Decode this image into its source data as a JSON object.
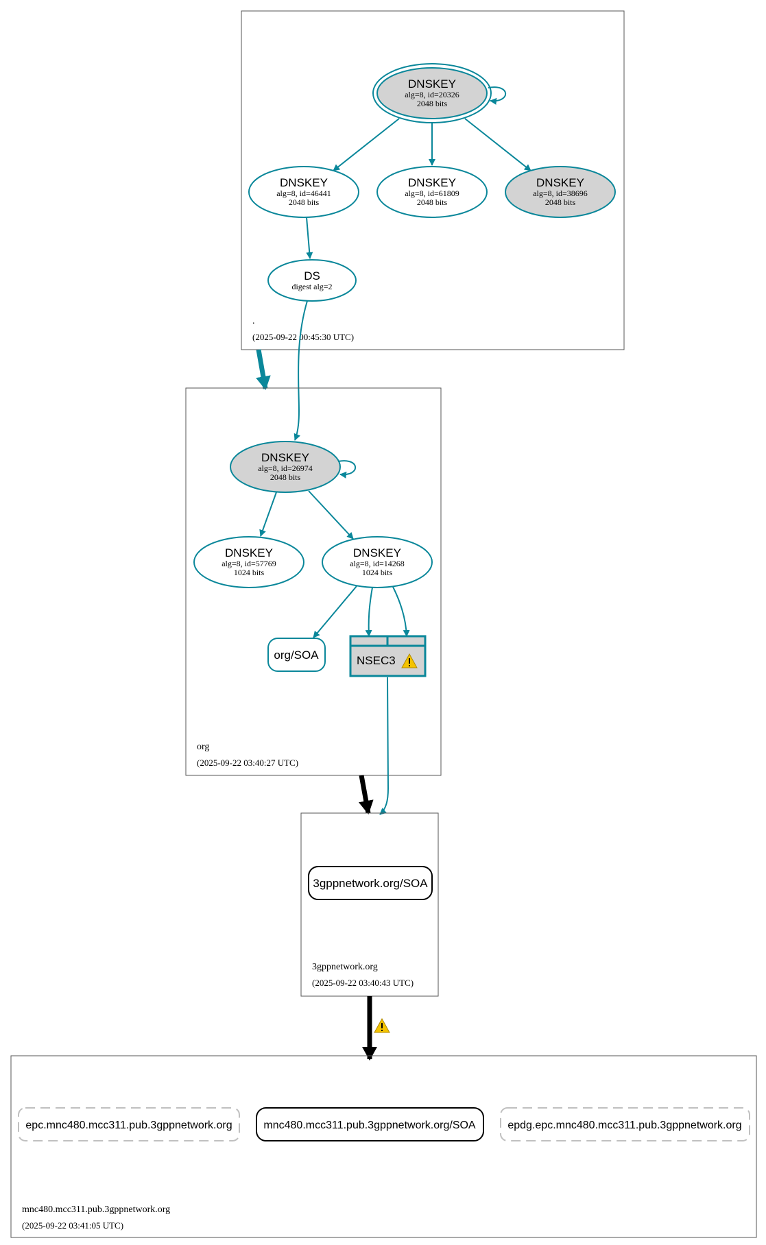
{
  "colors": {
    "teal": "#0a879a",
    "grey_fill": "#d3d3d3",
    "black": "#000000",
    "dashed": "#c0c0c0",
    "warning": "#f4c300"
  },
  "zones": {
    "root": {
      "name": ".",
      "timestamp": "(2025-09-22 00:45:30 UTC)"
    },
    "org": {
      "name": "org",
      "timestamp": "(2025-09-22 03:40:27 UTC)"
    },
    "threegpp": {
      "name": "3gppnetwork.org",
      "timestamp": "(2025-09-22 03:40:43 UTC)"
    },
    "mnc": {
      "name": "mnc480.mcc311.pub.3gppnetwork.org",
      "timestamp": "(2025-09-22 03:41:05 UTC)"
    }
  },
  "nodes": {
    "root_ksk": {
      "title": "DNSKEY",
      "line1": "alg=8, id=20326",
      "line2": "2048 bits"
    },
    "root_zsk1": {
      "title": "DNSKEY",
      "line1": "alg=8, id=46441",
      "line2": "2048 bits"
    },
    "root_zsk2": {
      "title": "DNSKEY",
      "line1": "alg=8, id=61809",
      "line2": "2048 bits"
    },
    "root_ksk2": {
      "title": "DNSKEY",
      "line1": "alg=8, id=38696",
      "line2": "2048 bits"
    },
    "root_ds": {
      "title": "DS",
      "line1": "digest alg=2"
    },
    "org_ksk": {
      "title": "DNSKEY",
      "line1": "alg=8, id=26974",
      "line2": "2048 bits"
    },
    "org_zsk1": {
      "title": "DNSKEY",
      "line1": "alg=8, id=57769",
      "line2": "1024 bits"
    },
    "org_zsk2": {
      "title": "DNSKEY",
      "line1": "alg=8, id=14268",
      "line2": "1024 bits"
    },
    "org_soa": {
      "label": "org/SOA"
    },
    "org_nsec3": {
      "label": "NSEC3"
    },
    "threegpp_soa": {
      "label": "3gppnetwork.org/SOA"
    },
    "mnc_epc": {
      "label": "epc.mnc480.mcc311.pub.3gppnetwork.org"
    },
    "mnc_soa": {
      "label": "mnc480.mcc311.pub.3gppnetwork.org/SOA"
    },
    "mnc_epdg": {
      "label": "epdg.epc.mnc480.mcc311.pub.3gppnetwork.org"
    }
  },
  "icons": {
    "nsec3_warning": "warning-icon",
    "delegation_warning": "warning-icon"
  }
}
